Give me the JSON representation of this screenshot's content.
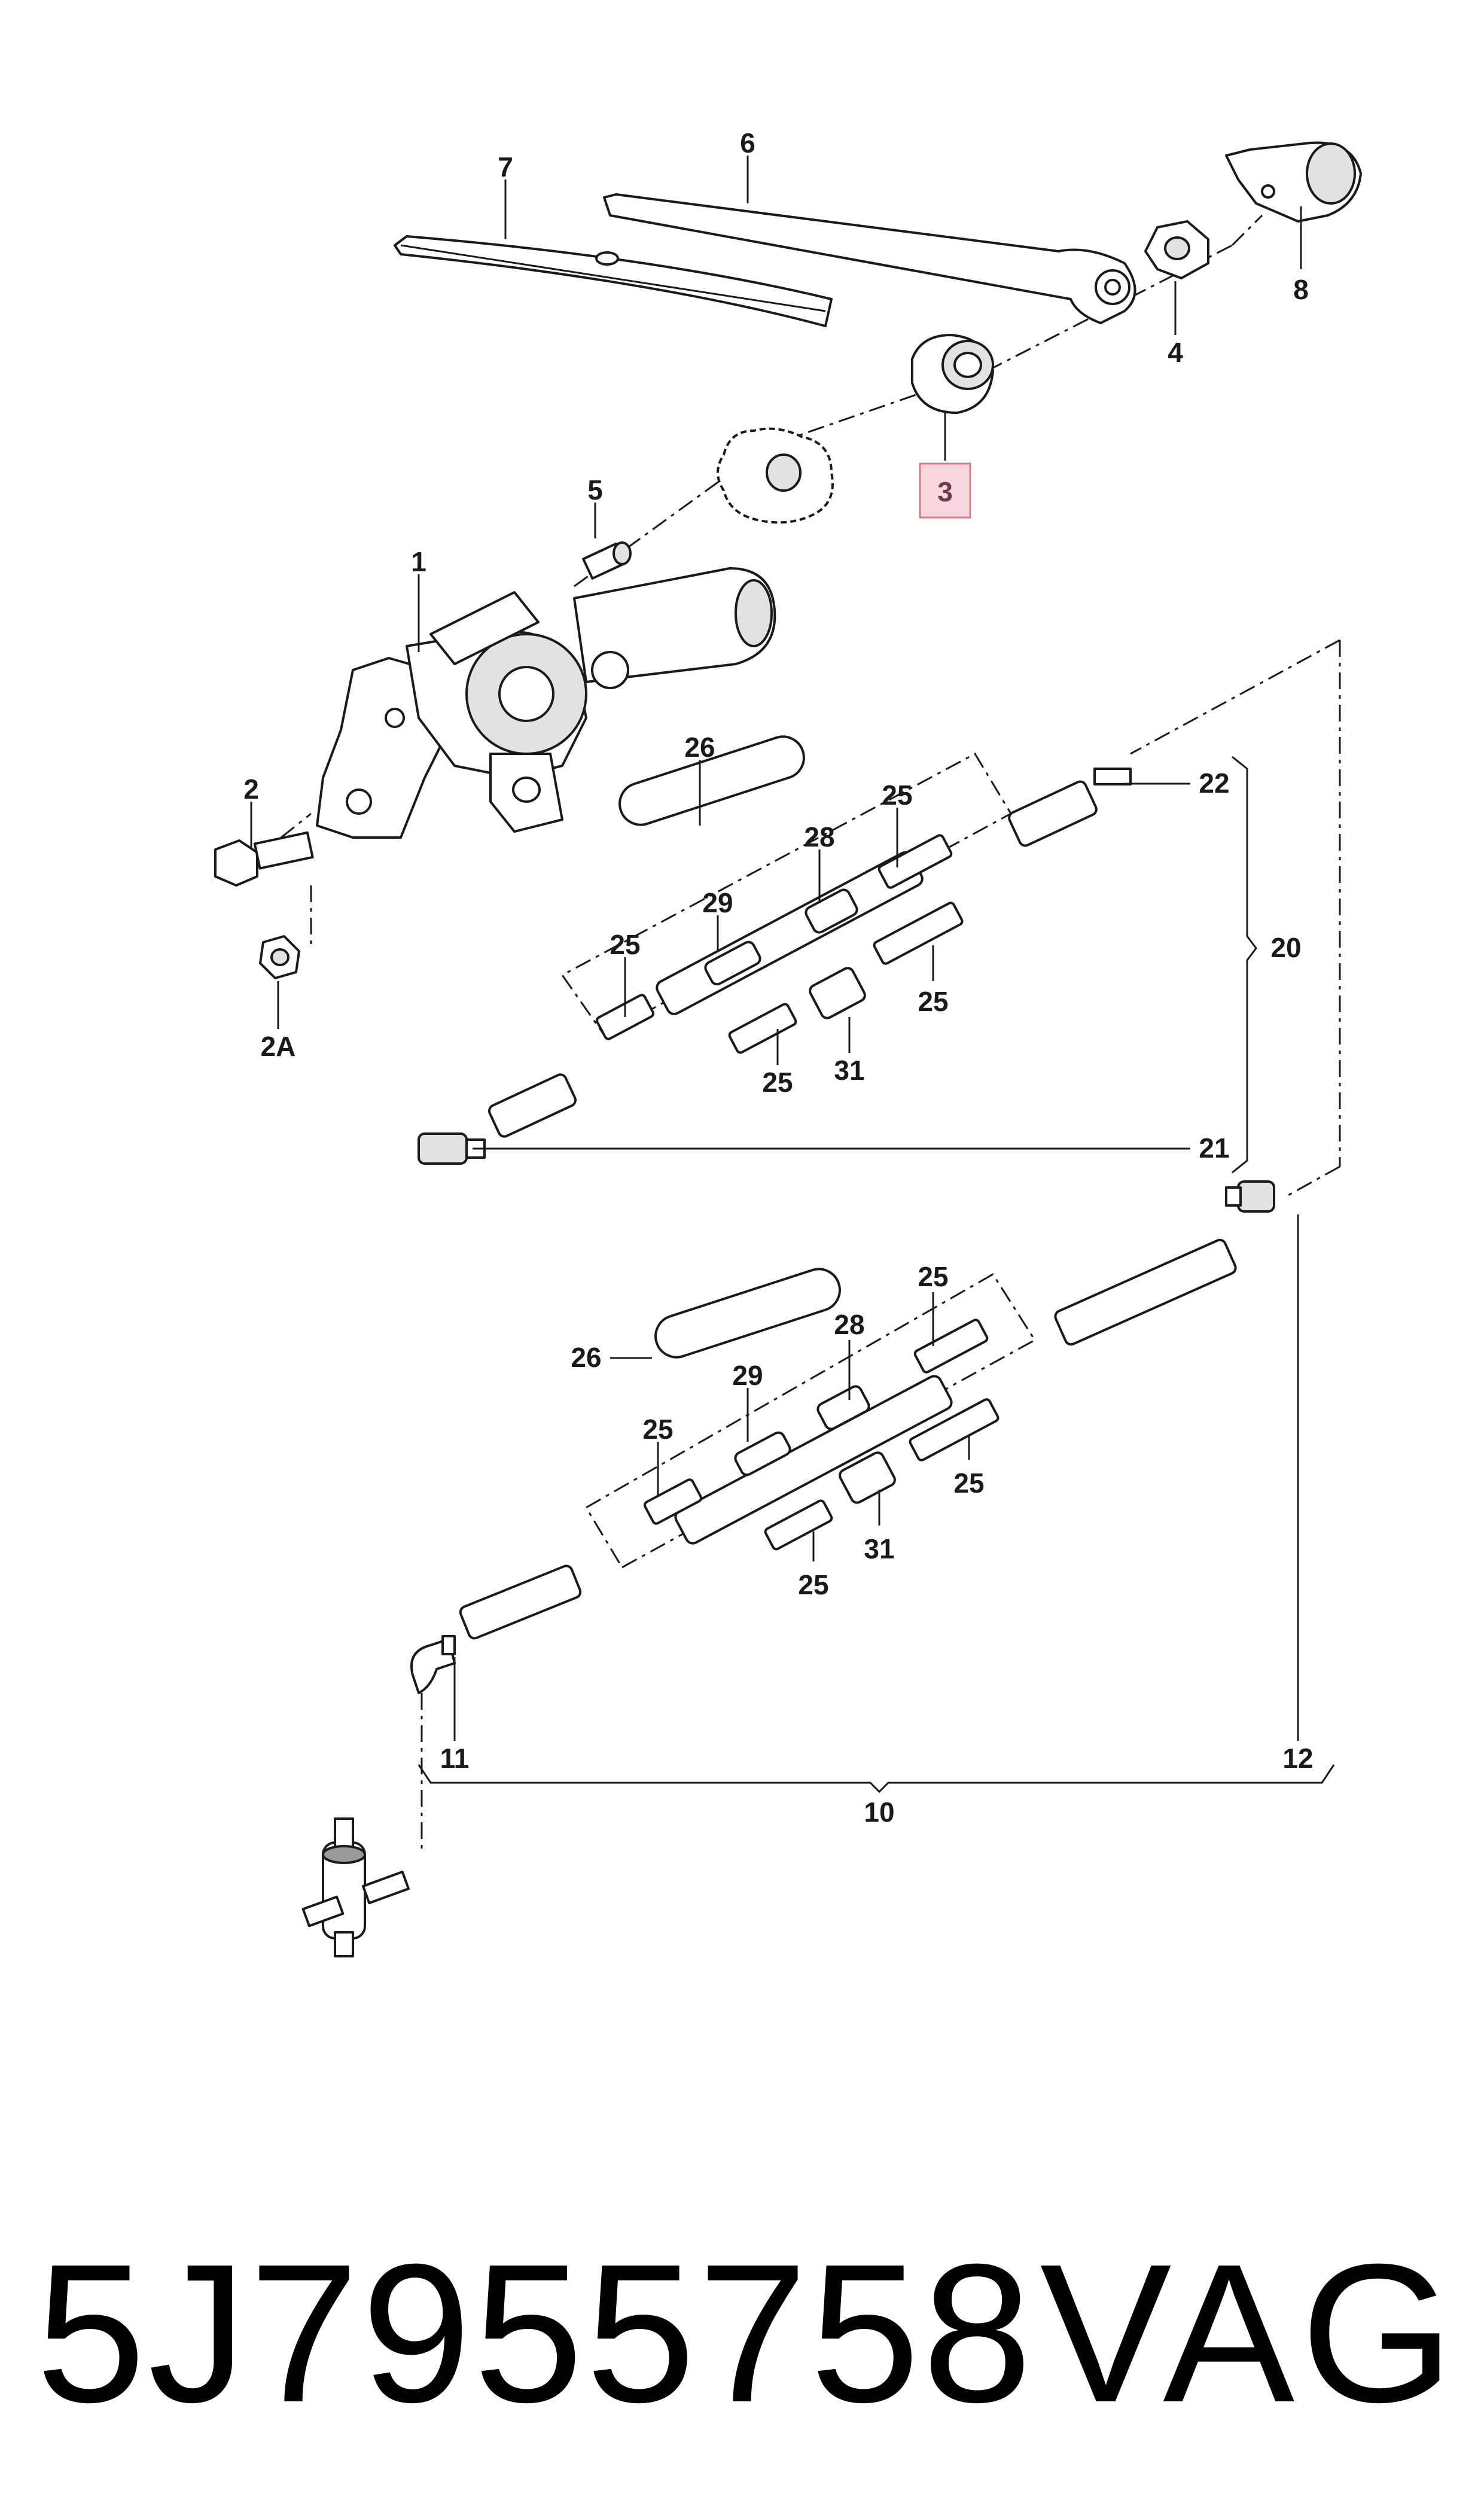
{
  "callouts": {
    "c1": "1",
    "c2": "2",
    "c2a": "2A",
    "c3": "3",
    "c4": "4",
    "c5": "5",
    "c6": "6",
    "c7": "7",
    "c8": "8",
    "c10": "10",
    "c11": "11",
    "c12": "12",
    "c20": "20",
    "c21": "21",
    "c22": "22",
    "c25a": "25",
    "c25b": "25",
    "c25c": "25",
    "c25d": "25",
    "c25e": "25",
    "c25f": "25",
    "c25g": "25",
    "c25h": "25",
    "c26a": "26",
    "c26b": "26",
    "c28a": "28",
    "c28b": "28",
    "c29a": "29",
    "c29b": "29",
    "c31a": "31",
    "c31b": "31"
  },
  "highlighted_part": "3",
  "highlight_color": "#f8d7dc",
  "footer": {
    "part_number": "5J7955758",
    "brand": "VAG"
  }
}
